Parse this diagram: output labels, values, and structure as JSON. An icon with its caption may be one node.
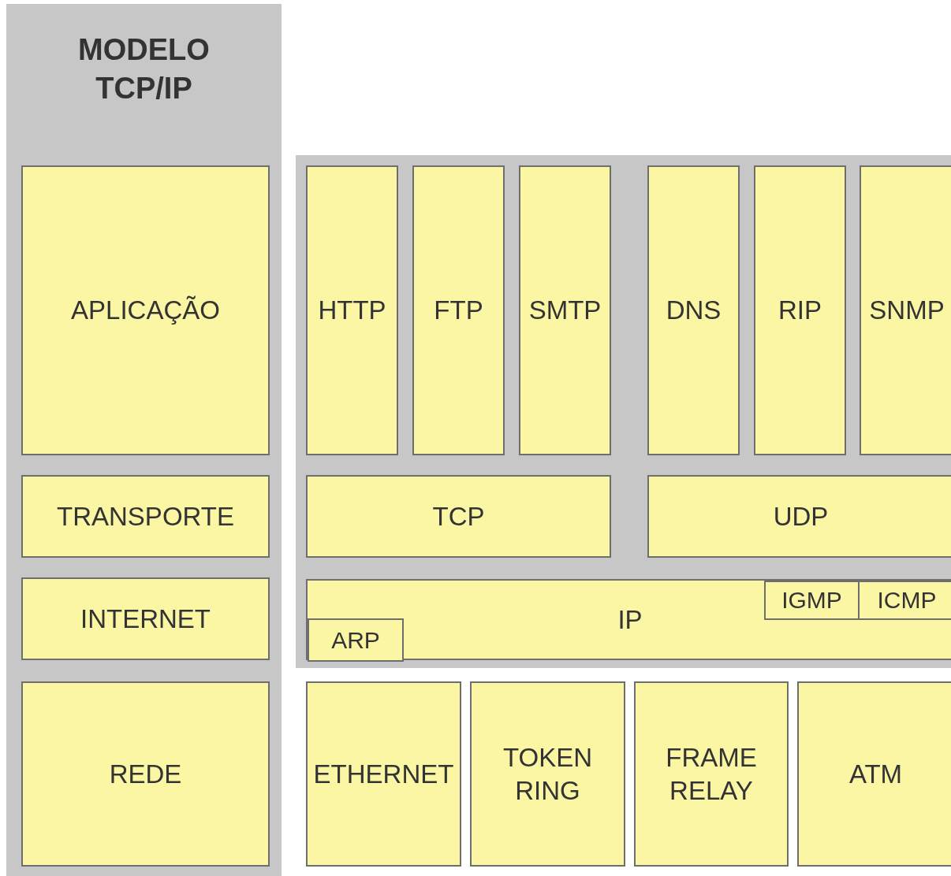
{
  "diagram": {
    "nodes": [
      {
        "text": [
          "MODELO TCP/IP"
        ]
      },
      {
        "text": [
          "APLICAÇÃO"
        ],
        "in": 0
      },
      {
        "text": [
          "TRANSPORTE"
        ],
        "in": 0
      },
      {
        "text": [
          "INTERNET"
        ],
        "in": 0
      },
      {
        "text": [
          "REDE"
        ],
        "in": 0
      },
      {
        "text": [],
        "shape": "box"
      },
      {
        "text": [
          "HTTP"
        ],
        "in": 5
      },
      {
        "text": [
          "FTP"
        ],
        "in": 5
      },
      {
        "text": [
          "SMTP"
        ],
        "in": 5
      },
      {
        "text": [
          "DNS"
        ],
        "in": 5
      },
      {
        "text": [
          "RIP"
        ],
        "in": 5
      },
      {
        "text": [
          "SNMP"
        ],
        "in": 5
      },
      {
        "text": [
          "TCP"
        ],
        "in": 5
      },
      {
        "text": [
          "UDP"
        ],
        "in": 5
      },
      {
        "text": [
          "IP"
        ],
        "in": 5
      },
      {
        "text": [
          "IGMP"
        ],
        "in": 14
      },
      {
        "text": [
          "ICMP"
        ],
        "in": 14
      },
      {
        "text": [
          "ARP"
        ],
        "in": 14
      },
      {
        "text": [
          "ETHERNET"
        ]
      },
      {
        "text": [
          "TOKEN RING"
        ]
      },
      {
        "text": [
          "FRAME RELAY"
        ]
      },
      {
        "text": [
          "ATM"
        ]
      }
    ],
    "edges": []
  }
}
